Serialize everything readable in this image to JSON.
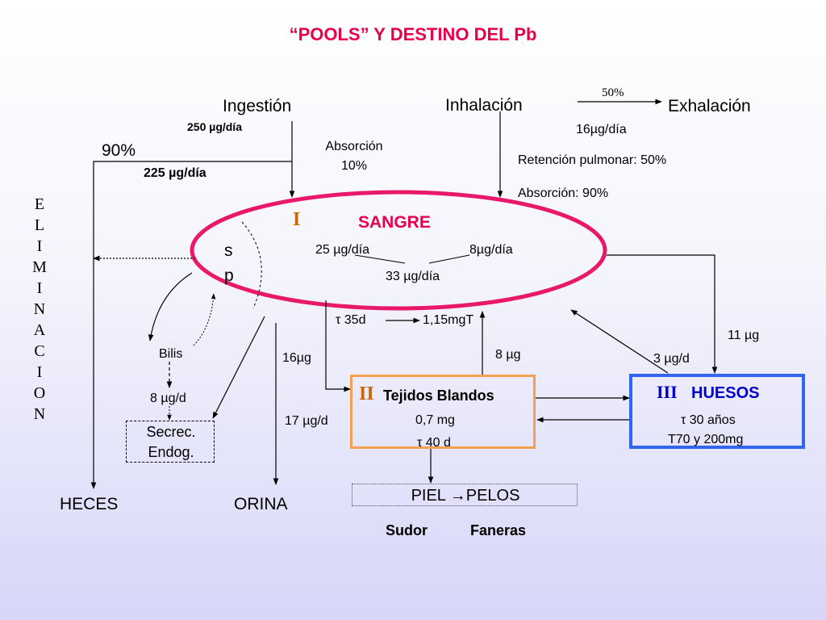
{
  "title": "“POOLS” Y DESTINO  DEL Pb",
  "colors": {
    "title": "#e8004c",
    "ellipse": "#e8186a",
    "tissue_box": "#f5a050",
    "bone_box": "#3366ee",
    "roman_numeral": "#cc6600",
    "bone_numeral": "#0000cc"
  },
  "inputs": {
    "ingestion": "Ingestión",
    "ingestion_rate": "250 µg/día",
    "inhalation": "Inhalación",
    "exhalation": "Exhalación",
    "exhalation_pct": "50%",
    "exhalation_rate": "16µg/día",
    "pulmonary_retention": "Retención pulmonar: 50%",
    "pulmonary_absorption": "Absorción: 90%",
    "gi_absorption_label": "Absorción",
    "gi_absorption_pct": "10%"
  },
  "elimination": {
    "pct": "90%",
    "rate": "225 µg/día",
    "vertical_label": [
      "E",
      "L",
      "I",
      "M",
      "I",
      "N",
      "A",
      "C",
      "I",
      "O",
      "N"
    ]
  },
  "blood": {
    "numeral": "I",
    "label": "SANGRE",
    "sp_s": "s",
    "sp_p": "p",
    "from_gi": "25 µg/día",
    "from_lung": "8µg/día",
    "total": "33 µg/día",
    "half_life": "τ 35d",
    "total_body": "1,15mgT"
  },
  "flows": {
    "to_tissue": "16µg",
    "from_tissue": "8 µg",
    "to_bone": "11 µg",
    "from_bone": "3 µg/d",
    "to_urine": "17 µg/d",
    "to_bile": "8 µg/d"
  },
  "bile": "Bilis",
  "secretions": {
    "line1": "Secrec.",
    "line2": "Endog."
  },
  "outputs": {
    "feces": "HECES",
    "urine": "ORINA"
  },
  "soft_tissue": {
    "numeral": "II",
    "label": "Tejidos Blandos",
    "mass": "0,7 mg",
    "half_life": "τ 40 d"
  },
  "bone": {
    "numeral": "III",
    "label": "HUESOS",
    "half_life": "τ 30 años",
    "total": "T70 y   200mg"
  },
  "skin": {
    "label": "PIEL →PELOS",
    "sweat": "Sudor",
    "appendages": "Faneras"
  }
}
